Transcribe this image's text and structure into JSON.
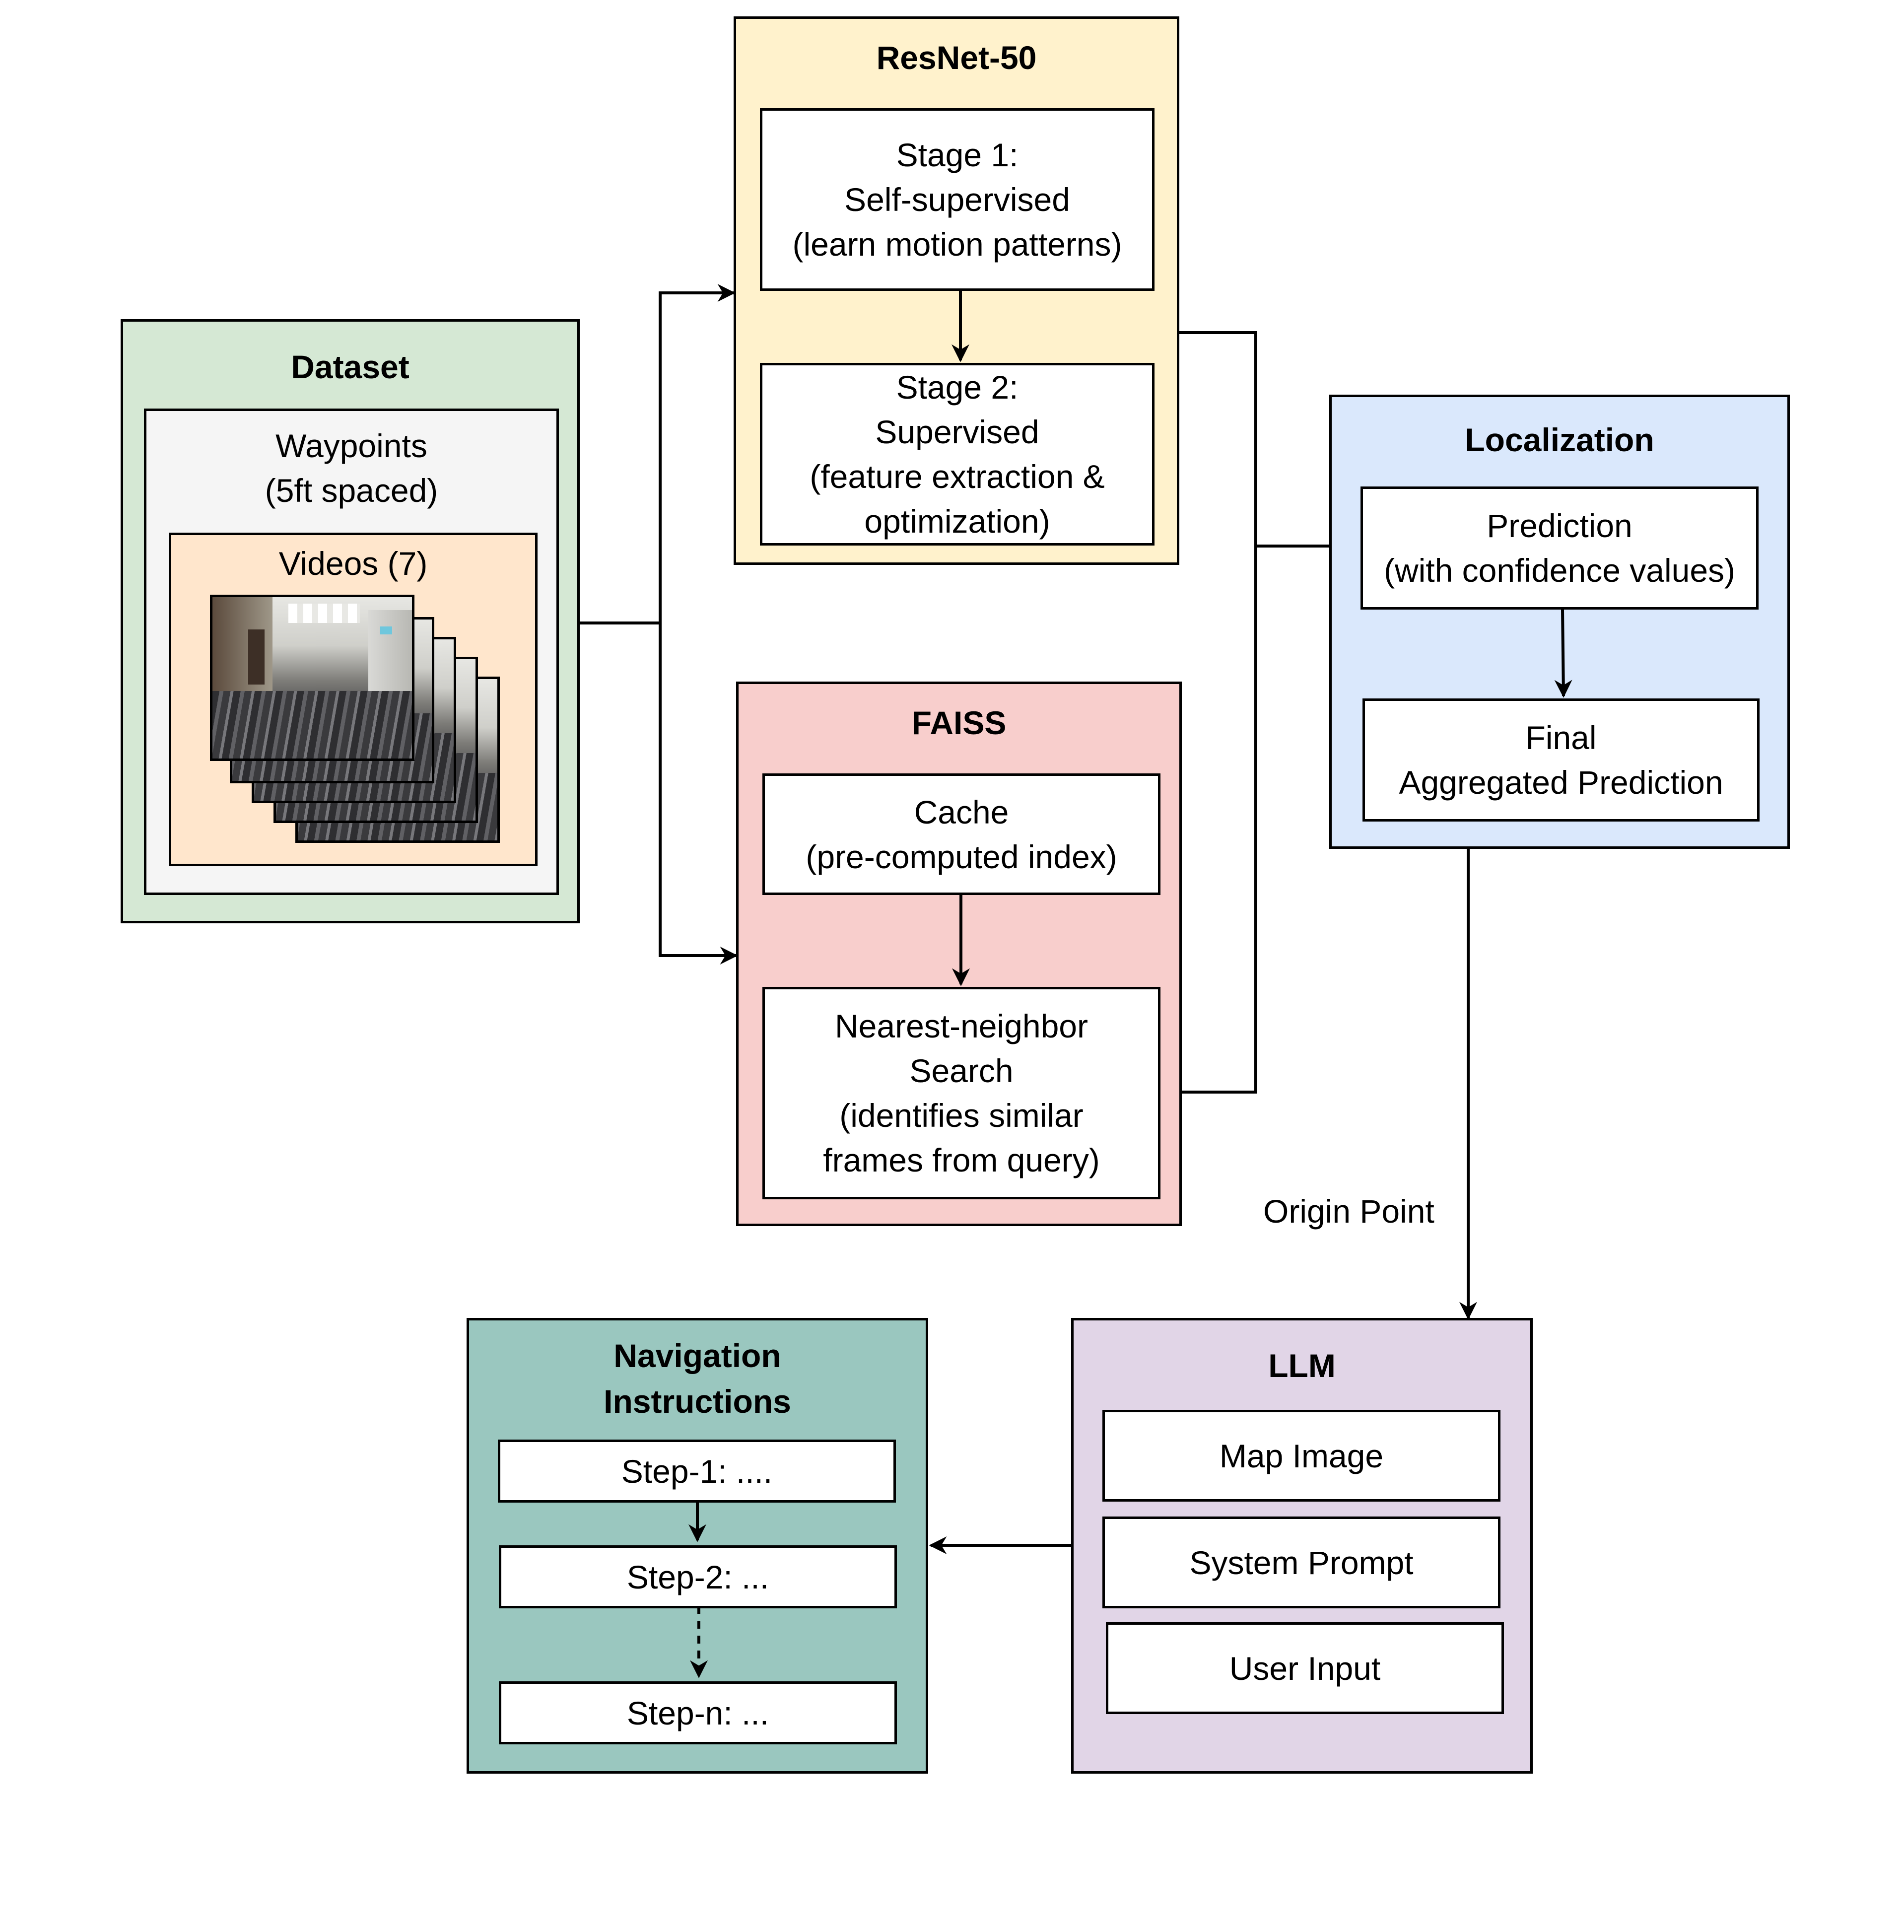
{
  "dataset": {
    "title": "Dataset",
    "waypoints_line1": "Waypoints",
    "waypoints_line2": "(5ft spaced)",
    "videos": "Videos (7)"
  },
  "resnet": {
    "title": "ResNet-50",
    "stage1": [
      "Stage 1:",
      "Self-supervised",
      "(learn motion patterns)"
    ],
    "stage2": [
      "Stage 2:",
      "Supervised",
      "(feature extraction &",
      "optimization)"
    ]
  },
  "faiss": {
    "title": "FAISS",
    "cache": [
      "Cache",
      "(pre-computed index)"
    ],
    "search": [
      "Nearest-neighbor",
      "Search",
      "(identifies similar",
      "frames from query)"
    ]
  },
  "localization": {
    "title": "Localization",
    "prediction": [
      "Prediction",
      "(with confidence values)"
    ],
    "final": [
      "Final",
      "Aggregated Prediction"
    ]
  },
  "edge_label": "Origin Point",
  "llm": {
    "title": "LLM",
    "items": [
      "Map Image",
      "System Prompt",
      "User Input"
    ]
  },
  "navigation": {
    "title": [
      "Navigation",
      "Instructions"
    ],
    "steps": [
      "Step-1: ....",
      "Step-2: ...",
      "Step-n: ..."
    ]
  },
  "colors": {
    "dataset": "#d5e8d4",
    "waypoints": "#f5f5f5",
    "videos": "#ffe6cc",
    "resnet": "#fff2cc",
    "faiss": "#f8cecc",
    "localization": "#dae8fc",
    "llm": "#e1d5e7",
    "navigation": "#9ac7bf"
  }
}
